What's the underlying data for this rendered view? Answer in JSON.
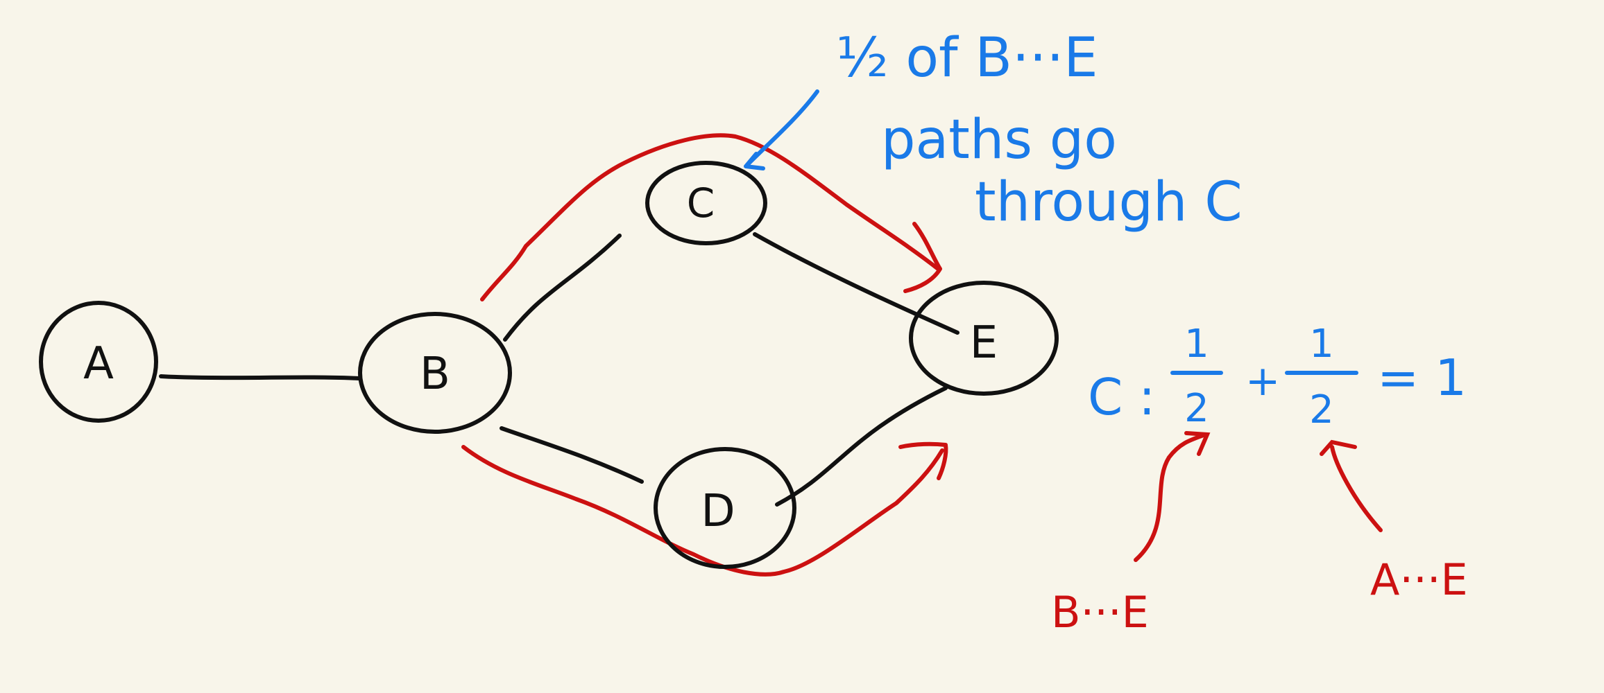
{
  "colors": {
    "background": "#f8f5ea",
    "ink": "#111111",
    "red": "#cc1111",
    "blue": "#1a7ae8"
  },
  "nodes": [
    {
      "id": "A",
      "label": "A"
    },
    {
      "id": "B",
      "label": "B"
    },
    {
      "id": "C",
      "label": "C"
    },
    {
      "id": "D",
      "label": "D"
    },
    {
      "id": "E",
      "label": "E"
    }
  ],
  "edges": [
    {
      "from": "A",
      "to": "B"
    },
    {
      "from": "B",
      "to": "C"
    },
    {
      "from": "B",
      "to": "D"
    },
    {
      "from": "C",
      "to": "E"
    },
    {
      "from": "D",
      "to": "E"
    }
  ],
  "paths": [
    {
      "via": "C",
      "color": "red"
    },
    {
      "via": "D",
      "color": "red"
    }
  ],
  "annotations": {
    "top_line1": "½ of B···E",
    "top_line2": "paths go",
    "top_line3": "through C",
    "equation_prefix": "C :",
    "frac1_num": "1",
    "frac1_den": "2",
    "plus": "+",
    "frac2_num": "1",
    "frac2_den": "2",
    "equals": "= 1",
    "label_left": "B···E",
    "label_right": "A···E"
  }
}
